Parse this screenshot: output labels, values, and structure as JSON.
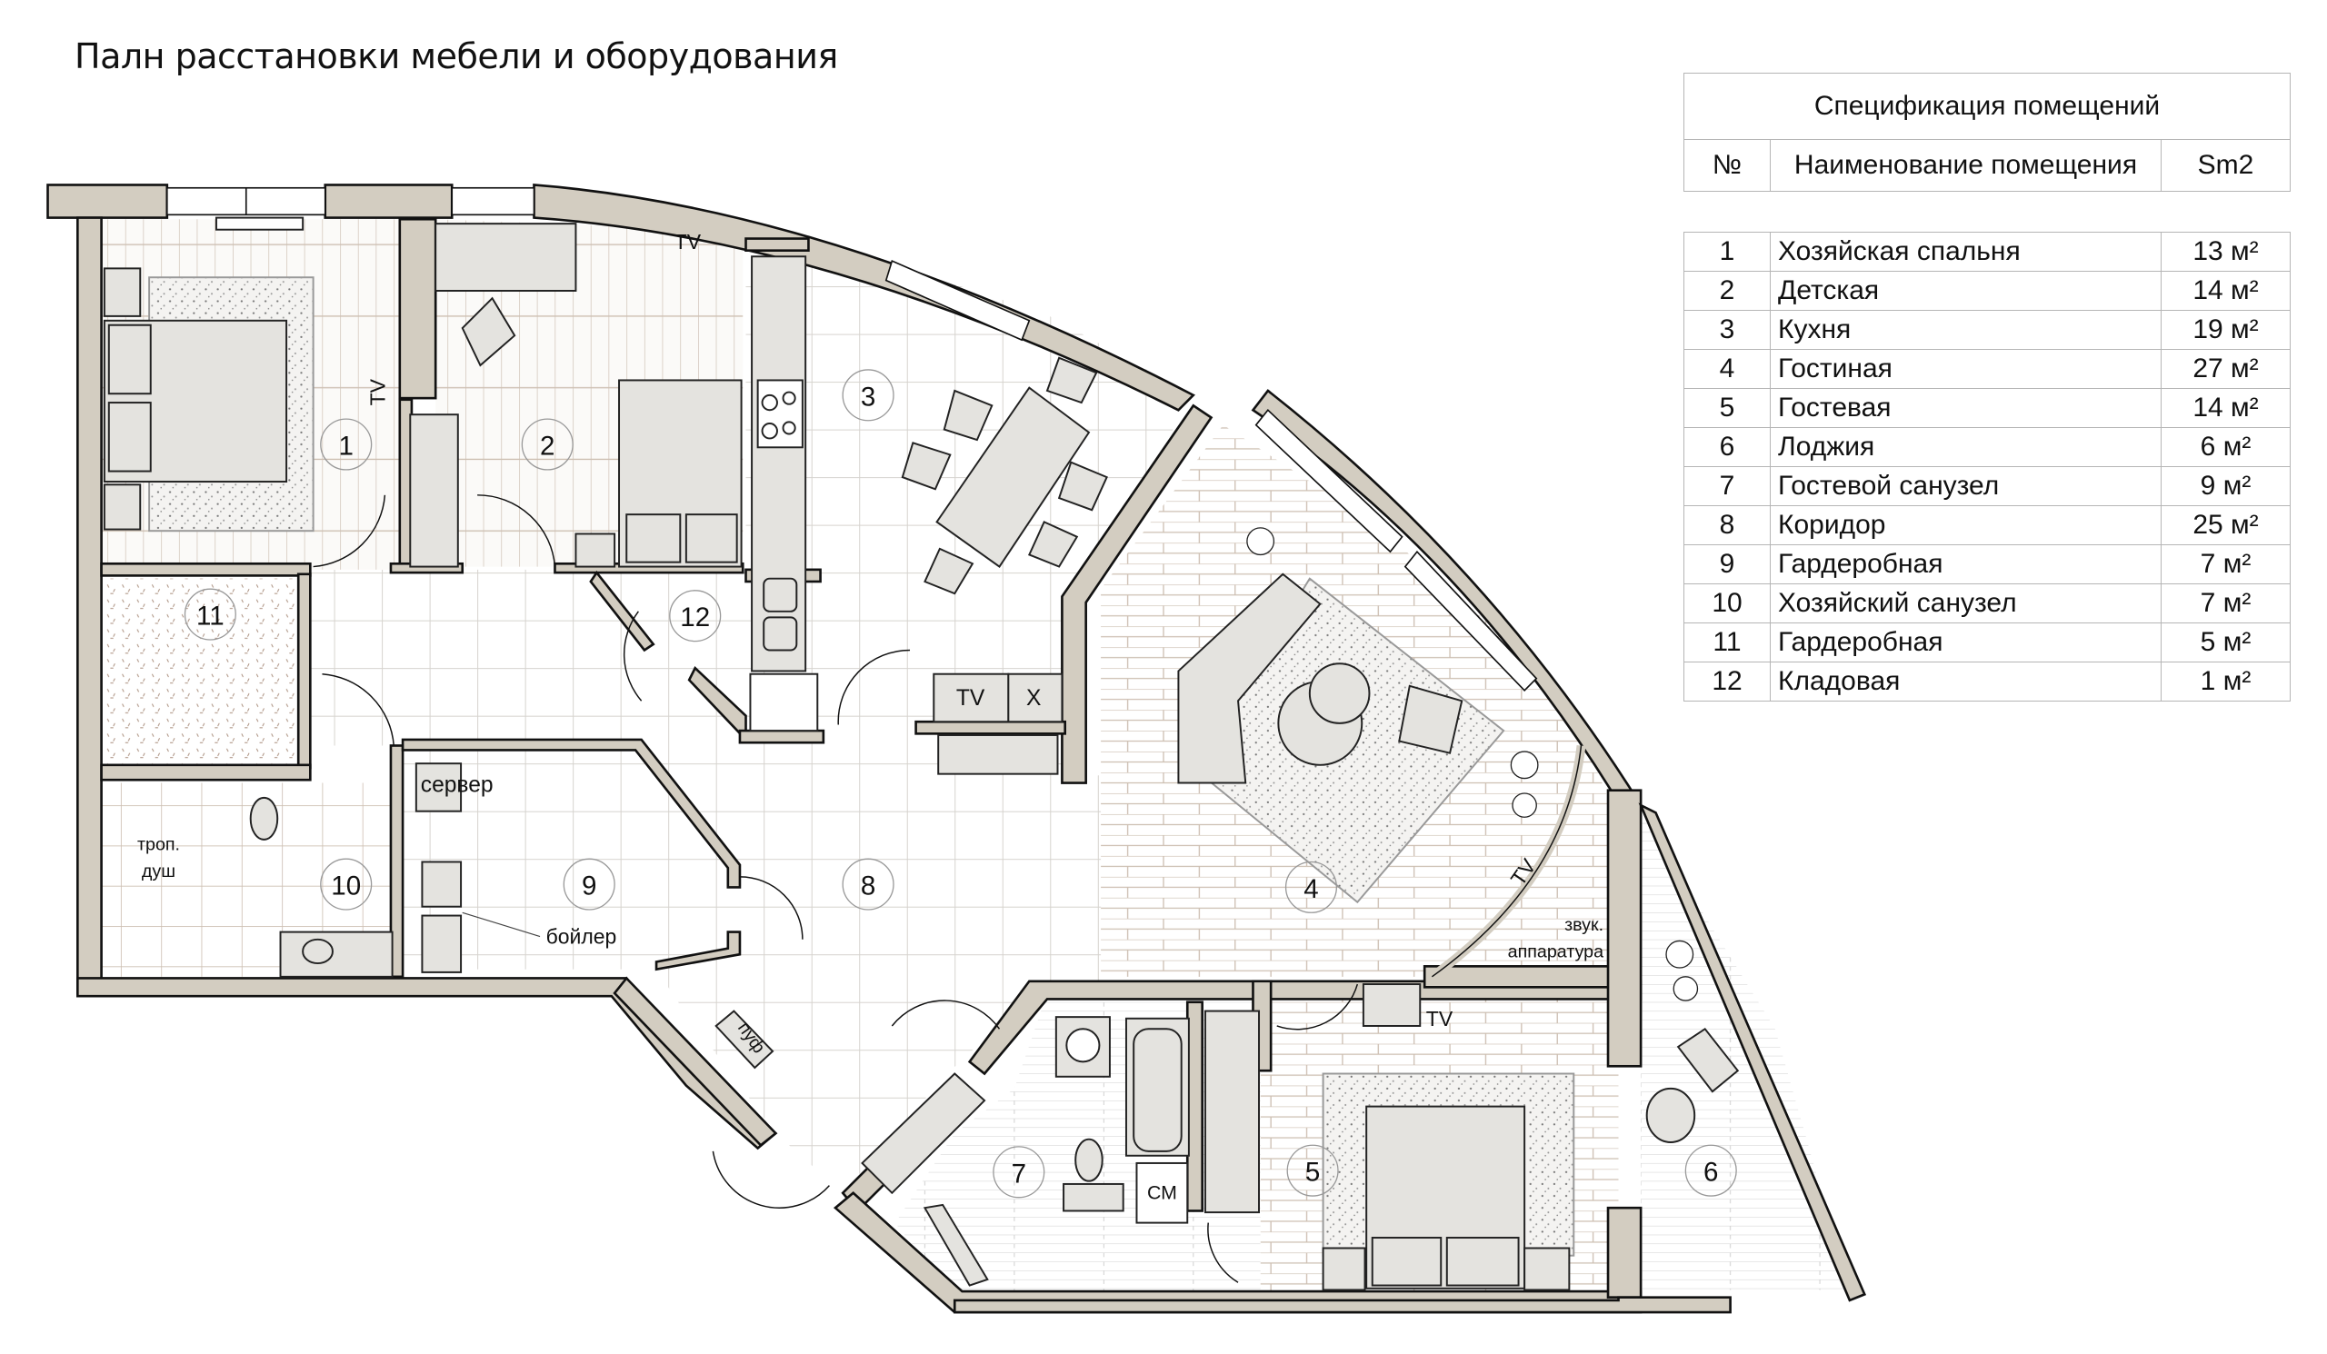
{
  "title": "Палн расстановки мебели и оборудования",
  "spec_table": {
    "caption": "Спецификация помещений",
    "headers": {
      "no": "№",
      "name": "Наименование помещения",
      "area": "Sm2"
    },
    "rows": [
      {
        "no": "1",
        "name": "Хозяйская спальня",
        "area": "13 м²"
      },
      {
        "no": "2",
        "name": "Детская",
        "area": "14 м²"
      },
      {
        "no": "3",
        "name": "Кухня",
        "area": "19 м²"
      },
      {
        "no": "4",
        "name": "Гостиная",
        "area": "27 м²"
      },
      {
        "no": "5",
        "name": "Гостевая",
        "area": "14 м²"
      },
      {
        "no": "6",
        "name": "Лоджия",
        "area": "6 м²"
      },
      {
        "no": "7",
        "name": "Гостевой санузел",
        "area": "9 м²"
      },
      {
        "no": "8",
        "name": "Коридор",
        "area": "25 м²"
      },
      {
        "no": "9",
        "name": "Гардеробная",
        "area": "7 м²"
      },
      {
        "no": "10",
        "name": "Хозяйский санузел",
        "area": "7 м²"
      },
      {
        "no": "11",
        "name": "Гардеробная",
        "area": "5 м²"
      },
      {
        "no": "12",
        "name": "Кладовая",
        "area": "1 м²"
      }
    ]
  },
  "plan": {
    "room_markers": {
      "r1": "1",
      "r2": "2",
      "r3": "3",
      "r4": "4",
      "r5": "5",
      "r6": "6",
      "r7": "7",
      "r8": "8",
      "r9": "9",
      "r10": "10",
      "r11": "11",
      "r12": "12"
    },
    "labels": {
      "tv_bedroom1": "TV",
      "tv_kids": "TV",
      "tv_kitchen": "TV",
      "x_kitchen": "X",
      "tv_living": "TV",
      "tv_guest": "TV",
      "server": "сервер",
      "boiler": "бойлер",
      "shower_line1": "троп.",
      "shower_line2": "душ",
      "puf": "пуф",
      "audio_line1": "звук.",
      "audio_line2": "аппаратура",
      "washer": "СМ"
    },
    "colors": {
      "wall": "#d3cdc1",
      "furniture": "#e4e3df",
      "floor_line": "#cdbfb2",
      "tile_line": "#d6d3ce",
      "stroke": "#111111"
    }
  }
}
